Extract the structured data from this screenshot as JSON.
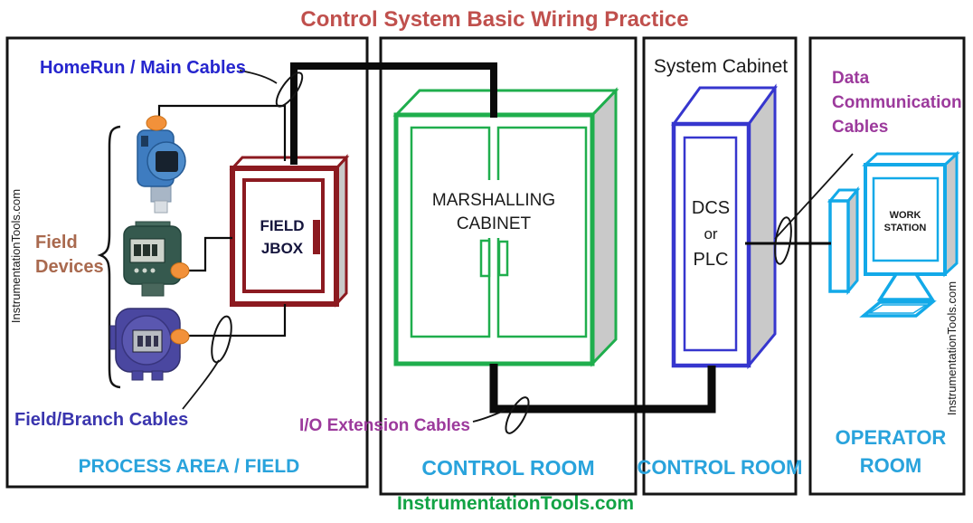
{
  "title": "Control System Basic Wiring Practice",
  "footer": "InstrumentationTools.com",
  "watermarks": {
    "left": "InstrumentationTools.com",
    "right": "InstrumentationTools.com"
  },
  "areas": {
    "process_field": "PROCESS AREA / FIELD",
    "control_room_1": "CONTROL ROOM",
    "control_room_2": "CONTROL ROOM",
    "operator_room": [
      "OPERATOR",
      "ROOM"
    ]
  },
  "cable_labels": {
    "homerun": "HomeRun / Main Cables",
    "field_devices": [
      "Field",
      "Devices"
    ],
    "field_branch": "Field/Branch Cables",
    "io_extension": "I/O Extension Cables",
    "data_communication": [
      "Data",
      "Communication",
      "Cables"
    ]
  },
  "equipment": {
    "system_cabinet_title": "System Cabinet",
    "field_jbox": [
      "FIELD",
      "JBOX"
    ],
    "marshalling_cabinet": [
      "MARSHALLING",
      "CABINET"
    ],
    "dcs": [
      "DCS",
      "or",
      "PLC"
    ],
    "workstation": [
      "WORK",
      "STATION"
    ]
  },
  "colors": {
    "title_red": "#C0504D",
    "label_blue": "#2626CE",
    "label_indigo": "#3A35AE",
    "label_purple": "#9C3A9C",
    "label_brown": "#A9694E",
    "area_cyan": "#29A3DC",
    "footer_green": "#12A345",
    "jbox_maroon": "#8C1A20",
    "marshalling_green": "#1FAE4D",
    "dcs_blue": "#3636CE",
    "workstation_cyan": "#12A9E8",
    "cable_black": "#0A0A0A",
    "device_node_orange": "#F2913A"
  }
}
